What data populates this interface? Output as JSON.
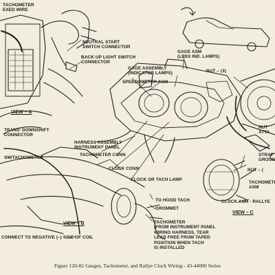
{
  "labels": {
    "tachometer_cowl": "TACHOMETER\nEXED WIRE",
    "neutral_start": "NEUTRAL START\nSWITCH CONNECTOR",
    "backup_light": "BACK-UP LIGHT SWITCH\nCONNECTOR",
    "gage_asm": "GAGE ASM\n(LESS IND. LAMPS)",
    "gage_assembly": "GAGE ASSEMBLY\n(INDICATOR LAMPS)",
    "nut_top": "NUT – (3)",
    "speedometer": "SPEEDOMETER ASM",
    "trans_downshift": "TRANS' DOWNSHIFT\nCONNECTOR",
    "harness_assembly": "HARNESS ASSEMBLY\nINSTRUMENT PANEL",
    "tachometer_conn": "TACHOMETER CONN",
    "clock_conn": "CLOCK CONN",
    "clock_tach_lamp": "CLOCK OR TACH LAMP",
    "to_hood_tach": "TO HOOD TACH",
    "grommet": "GROMMET",
    "tachometer_note": "TACHOMETER\n(FROM INSTRUMENT PANEL\nWIRING HARNESS, TEAR\nLEAD FREE FROM TAPED\nPOSITION WHEN TACH\nIS INSTALLED",
    "nut_attach": "NUT\nATTA",
    "strap_ground": "STRAP\nGROUN",
    "nut_right": "NUT – (",
    "tachometer_asm": "TACHOMETE\nASM",
    "clock_rallye": "CLOCK ASM - RALLYE",
    "m_tachometer": "SM/TACHOMETER",
    "coil": "CONNECT TO NEGATIVE (–) SIDE OF COIL"
  },
  "views": {
    "a": "VIEW – A",
    "b": "VIEW – B",
    "c": "VIEW – C"
  },
  "caption": "Figure 120-82 Gauges, Tachometer, and Rallye Clock Wiring - 43-44000 Series"
}
